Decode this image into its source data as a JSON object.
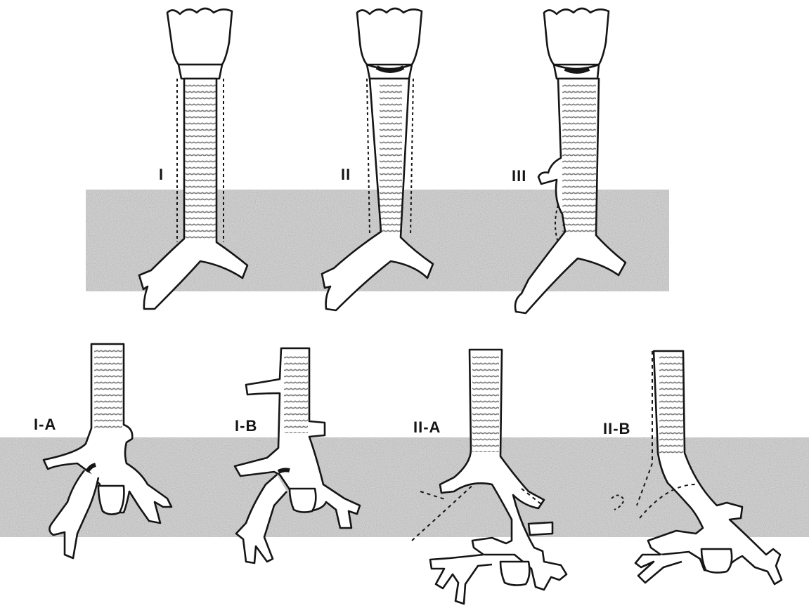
{
  "labels": {
    "type_1": "I",
    "type_2": "II",
    "type_3": "III",
    "type_1a": "I-A",
    "type_1b": "I-B",
    "type_2a": "II-A",
    "type_2b": "II-B"
  },
  "colors": {
    "ink": "#151515",
    "paper": "#ffffff",
    "band_fill": "#bdbdbd",
    "structure_fill": "#ffffff"
  }
}
